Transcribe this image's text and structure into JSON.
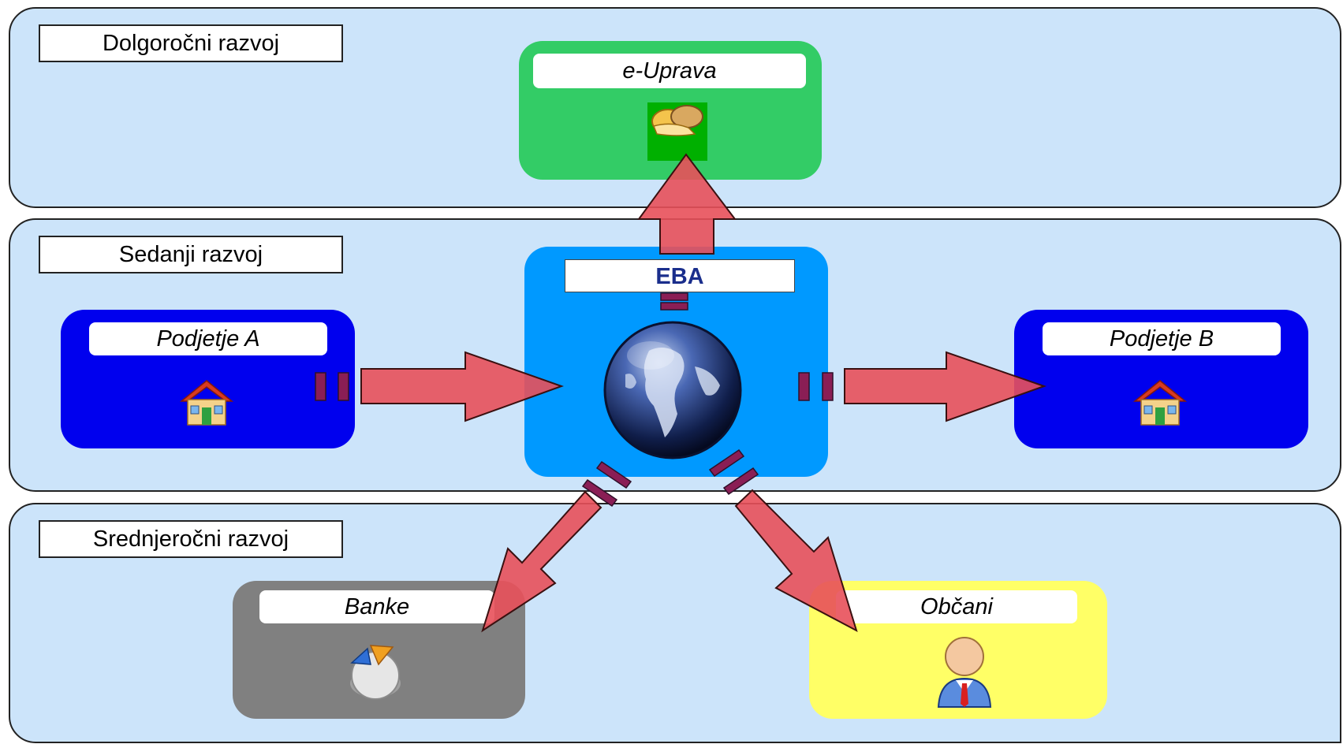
{
  "bands": {
    "long_term": "Dolgoročni razvoj",
    "current": "Sedanji razvoj",
    "mid_term": "Srednjeročni razvoj"
  },
  "nodes": {
    "e_uprava": "e-Uprava",
    "eba": "EBA",
    "company_a": "Podjetje A",
    "company_b": "Podjetje B",
    "banks": "Banke",
    "citizens": "Občani"
  },
  "colors": {
    "band_bg": "#cce4fa",
    "e_uprava": "#33cc66",
    "eba": "#0099ff",
    "company": "#0000ee",
    "banks": "#808080",
    "citizens": "#ffff66",
    "arrow": "#e8505a"
  }
}
